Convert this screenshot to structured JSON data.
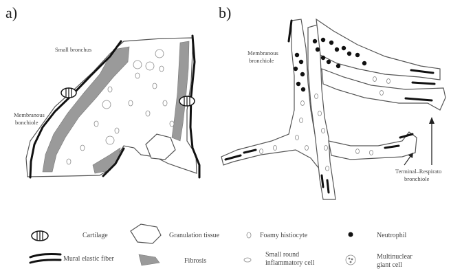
{
  "panels": {
    "a_label": "a)",
    "b_label": "b)"
  },
  "panel_a": {
    "small_bronchus": "Small bronchus",
    "membranous_line1": "Membranous",
    "membranous_line2": "bonchiole"
  },
  "panel_b": {
    "membranous_line1": "Membranous",
    "membranous_line2": "bronchiole",
    "terminal_line1": "Terminal–Respirato",
    "terminal_line2": "bronchiole"
  },
  "legend": {
    "cartilage": "Cartilage",
    "granulation": "Granulation tissue",
    "foamy": "Foamy histiocyte",
    "neutrophil": "Neutrophil",
    "elastic": "Mural elastic fiber",
    "fibrosis": "Fibrosis",
    "small_round_1": "Small round",
    "small_round_2": "inflammatory cell",
    "giant_1": "Multinuclear",
    "giant_2": "giant cell"
  },
  "colors": {
    "fibrosis": "#9a9a9a",
    "elastic": "#111111",
    "outline": "#555555"
  }
}
